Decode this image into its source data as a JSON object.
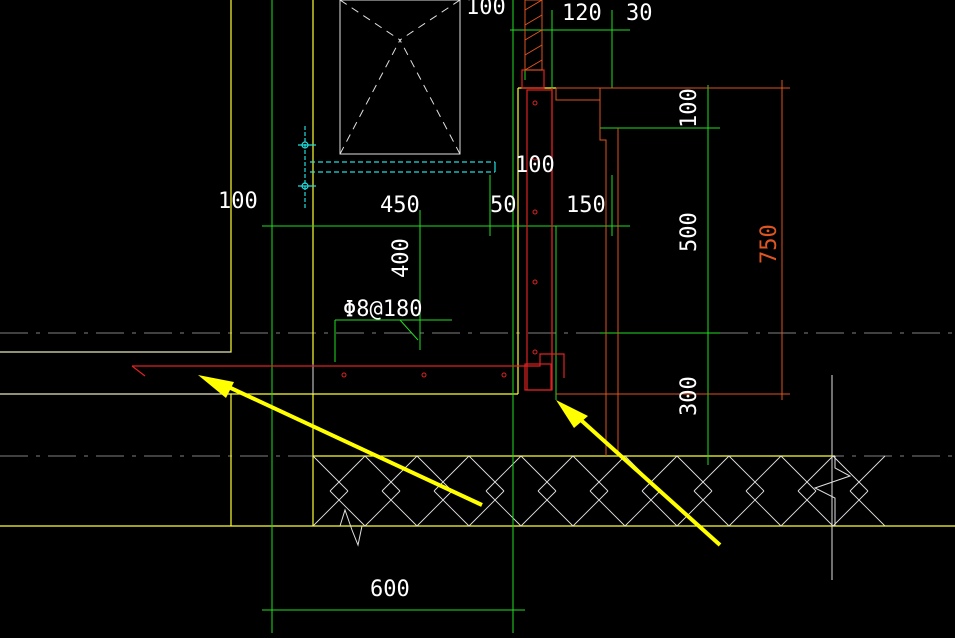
{
  "drawing": {
    "top_dims": [
      "100",
      "120",
      "30"
    ],
    "left_dims": [
      "100",
      "450",
      "50",
      "150"
    ],
    "slab_thickness": "400",
    "wall_thickness": "100",
    "rebar_label": "Φ8@180",
    "footing_width": "600",
    "right_dims": [
      "100",
      "500",
      "300"
    ],
    "total_height": "750"
  },
  "colors": {
    "background": "#000000",
    "wall_outline": "#ffff33",
    "dimension_green": "#22dd22",
    "rebar_red": "#dd2222",
    "dim_orange": "#dd5522",
    "hidden_cyan": "#22dddd",
    "text_white": "#ffffff",
    "pointer_arrow": "#ffff00"
  },
  "annotations": {
    "arrows": [
      "pointer-arrow-left",
      "pointer-arrow-right"
    ]
  }
}
